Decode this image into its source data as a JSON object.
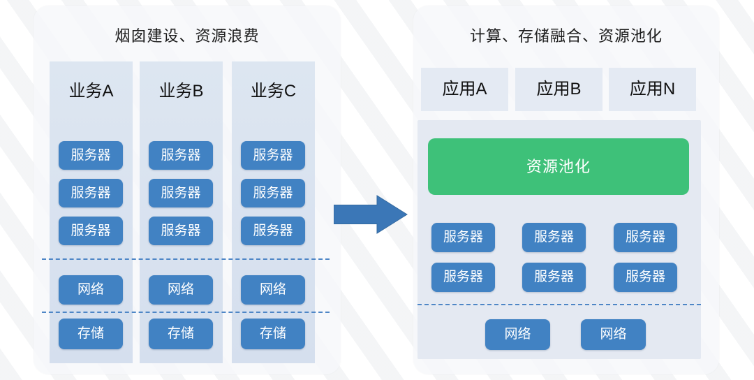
{
  "colors": {
    "box_blue": "#4182c3",
    "pool_green": "#3ec179",
    "dashed_blue": "#4e86c6",
    "column_bg": "#d9e2ef",
    "container_bg": "#e4e9f2",
    "card_bg": "#f7f8fa",
    "title_text": "#1c1c1c",
    "box_text": "#ffffff"
  },
  "left_panel": {
    "title": "烟囱建设、资源浪费",
    "columns": [
      {
        "label": "业务A",
        "servers": [
          "服务器",
          "服务器",
          "服务器"
        ],
        "network": "网络",
        "storage": "存储"
      },
      {
        "label": "业务B",
        "servers": [
          "服务器",
          "服务器",
          "服务器"
        ],
        "network": "网络",
        "storage": "存储"
      },
      {
        "label": "业务C",
        "servers": [
          "服务器",
          "服务器",
          "服务器"
        ],
        "network": "网络",
        "storage": "存储"
      }
    ]
  },
  "arrow": {
    "direction": "right"
  },
  "right_panel": {
    "title": "计算、存储融合、资源池化",
    "apps": [
      "应用A",
      "应用B",
      "应用N"
    ],
    "pool_label": "资源池化",
    "servers": [
      "服务器",
      "服务器",
      "服务器",
      "服务器",
      "服务器",
      "服务器"
    ],
    "networks": [
      "网络",
      "网络"
    ]
  }
}
